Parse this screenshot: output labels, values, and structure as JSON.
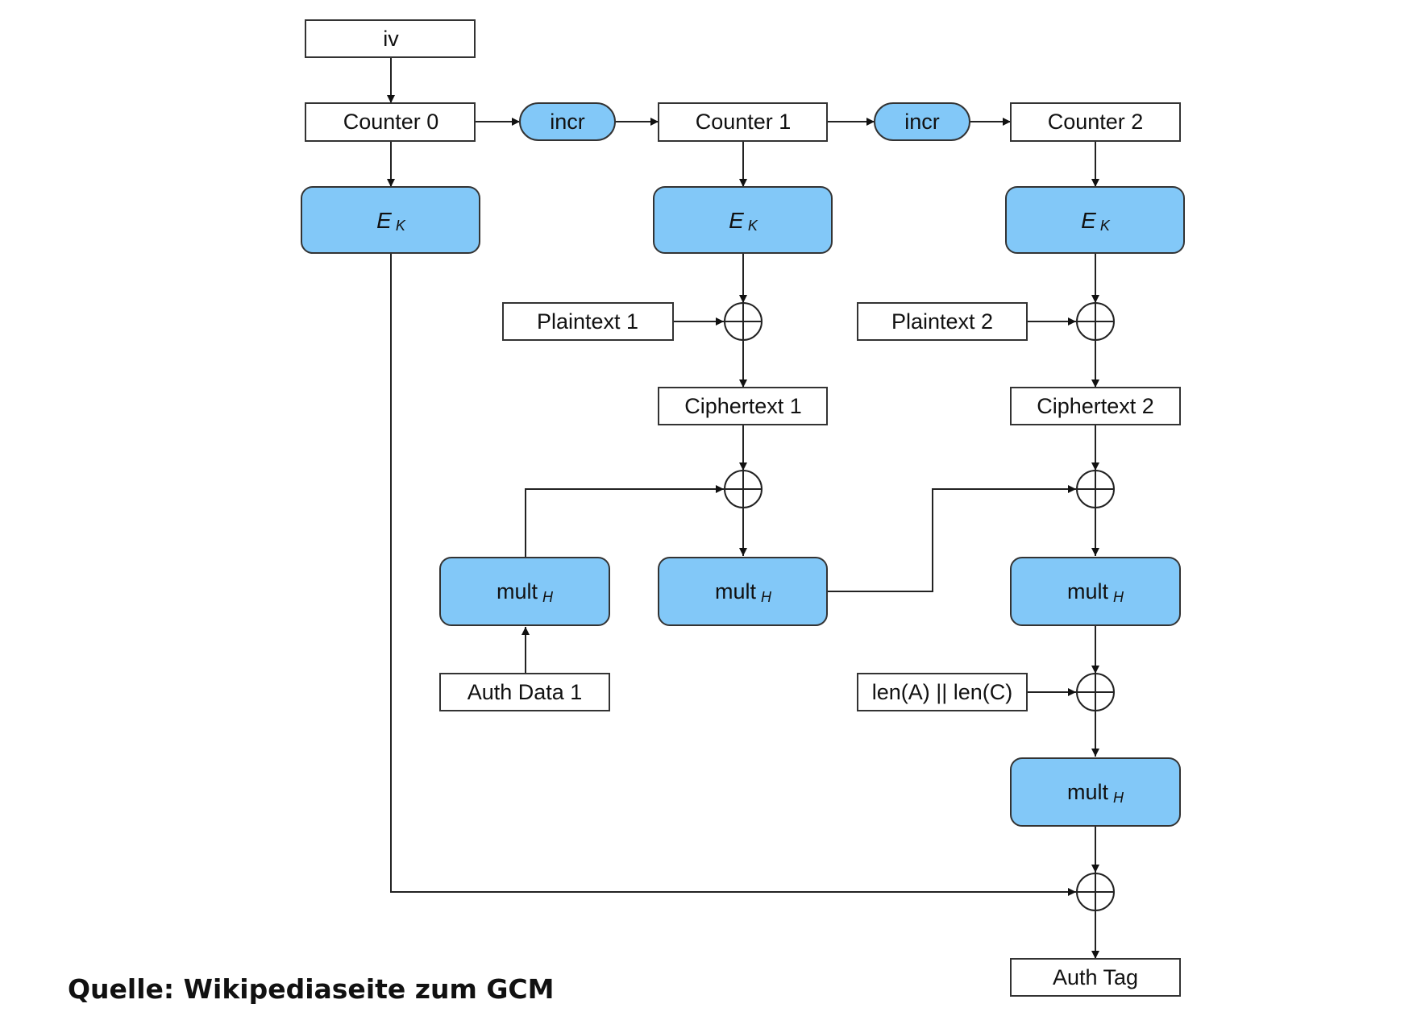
{
  "diagram": {
    "iv": "iv",
    "counter0": "Counter 0",
    "counter1": "Counter 1",
    "counter2": "Counter 2",
    "incr": "incr",
    "ek_main": "E",
    "ek_sub": "K",
    "mult_main": "mult",
    "mult_sub": "H",
    "plaintext1": "Plaintext 1",
    "plaintext2": "Plaintext 2",
    "ciphertext1": "Ciphertext 1",
    "ciphertext2": "Ciphertext 2",
    "auth_data1": "Auth Data 1",
    "len_ac": "len(A) || len(C)",
    "auth_tag": "Auth Tag"
  },
  "caption": "Quelle: Wikipediaseite zum GCM",
  "colors": {
    "box_fill": "#82c8f8",
    "stroke": "#333333",
    "plain_fill": "#ffffff"
  }
}
